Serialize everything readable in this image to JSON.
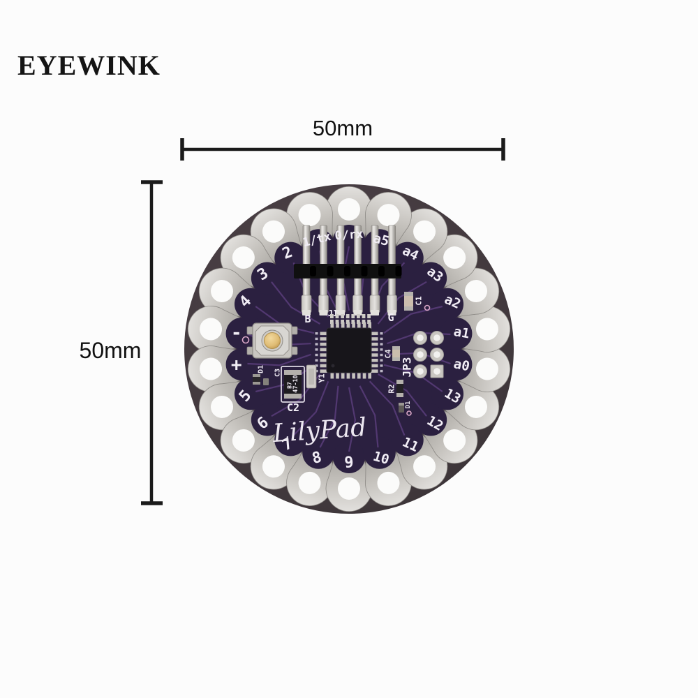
{
  "brand": "EYEWINK",
  "annotations": {
    "width": "50mm",
    "height": "50mm"
  },
  "board": {
    "logo_script": "LilyPad",
    "colors": {
      "disc": "#453b40",
      "disc_rim": "#332d30",
      "rosette": "#2b2040",
      "trace": "#5c3f7e",
      "pad_silver": "#ccc9c4",
      "silkscreen": "#f1edf5",
      "button_gold": "#dfbc75",
      "ring_pink": "#dba8c8"
    },
    "petal_labels": [
      {
        "text": "0/rx",
        "angle": 90,
        "tilt": -4
      },
      {
        "text": "1/tx",
        "angle": 106.4,
        "tilt": -14
      },
      {
        "text": "2",
        "angle": 122.7,
        "tilt": -22
      },
      {
        "text": "3",
        "angle": 139.1,
        "tilt": -32
      },
      {
        "text": "4",
        "angle": 155.5,
        "tilt": -45
      },
      {
        "text": "-",
        "angle": 171.8,
        "tilt": 0
      },
      {
        "text": "+",
        "angle": 188.2,
        "tilt": 0
      },
      {
        "text": "5",
        "angle": 204.5,
        "tilt": -48
      },
      {
        "text": "6",
        "angle": 220.9,
        "tilt": -38
      },
      {
        "text": "7",
        "angle": 237.3,
        "tilt": -26
      },
      {
        "text": "8",
        "angle": 253.6,
        "tilt": -14
      },
      {
        "text": "9",
        "angle": 270,
        "tilt": -4
      },
      {
        "text": "10",
        "angle": 286.4,
        "tilt": 16
      },
      {
        "text": "11",
        "angle": 302.7,
        "tilt": 25
      },
      {
        "text": "12",
        "angle": 319.1,
        "tilt": 30
      },
      {
        "text": "13",
        "angle": 335.5,
        "tilt": 30
      },
      {
        "text": "a0",
        "angle": 351.8,
        "tilt": 12
      },
      {
        "text": "a1",
        "angle": 8.2,
        "tilt": 10
      },
      {
        "text": "a2",
        "angle": 24.5,
        "tilt": 24
      },
      {
        "text": "a3",
        "angle": 40.9,
        "tilt": 36
      },
      {
        "text": "a4",
        "angle": 57.3,
        "tilt": 27
      },
      {
        "text": "a5",
        "angle": 73.6,
        "tilt": 15
      }
    ],
    "refs": {
      "header": "J1",
      "header_left": "B",
      "header_right": "G",
      "c1": "C1",
      "c2": "C2",
      "c3": "C3",
      "c4": "C4",
      "d1": "D1",
      "d1_b": "D1",
      "r2": "R2",
      "y1": "Y1",
      "jp3": "JP3"
    },
    "c2_marking_line1": "47-10",
    "c2_marking_line2": "B7"
  }
}
